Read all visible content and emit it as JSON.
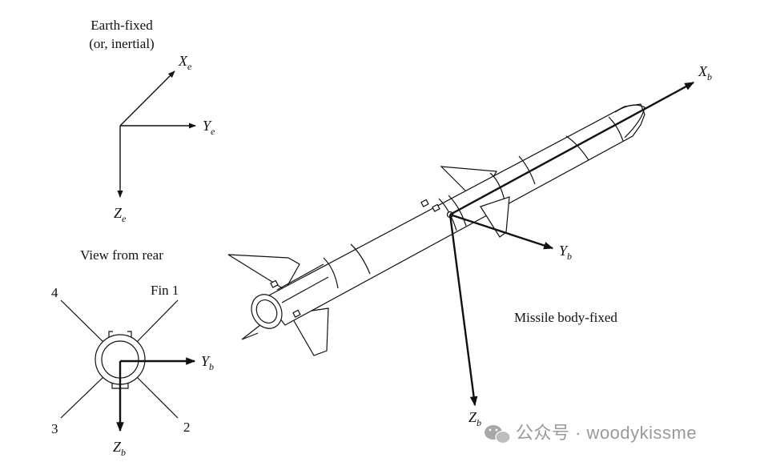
{
  "labels": {
    "earth_title_1": "Earth-fixed",
    "earth_title_2": "(or, inertial)",
    "view_from_rear": "View from rear",
    "missile_body_fixed": "Missile body-fixed",
    "fin_1": "Fin 1",
    "fin_2": "2",
    "fin_3": "3",
    "fin_4": "4"
  },
  "axes": {
    "earth": {
      "x": {
        "main": "X",
        "sub": "e"
      },
      "y": {
        "main": "Y",
        "sub": "e"
      },
      "z": {
        "main": "Z",
        "sub": "e"
      }
    },
    "rear": {
      "y": {
        "main": "Y",
        "sub": "b"
      },
      "z": {
        "main": "Z",
        "sub": "b"
      }
    },
    "body": {
      "x": {
        "main": "X",
        "sub": "b"
      },
      "y": {
        "main": "Y",
        "sub": "b"
      },
      "z": {
        "main": "Z",
        "sub": "b"
      }
    }
  },
  "watermark": {
    "text": "公众号 · woodykissme",
    "color": "#9a9a9a",
    "icon": "wechat-icon"
  }
}
